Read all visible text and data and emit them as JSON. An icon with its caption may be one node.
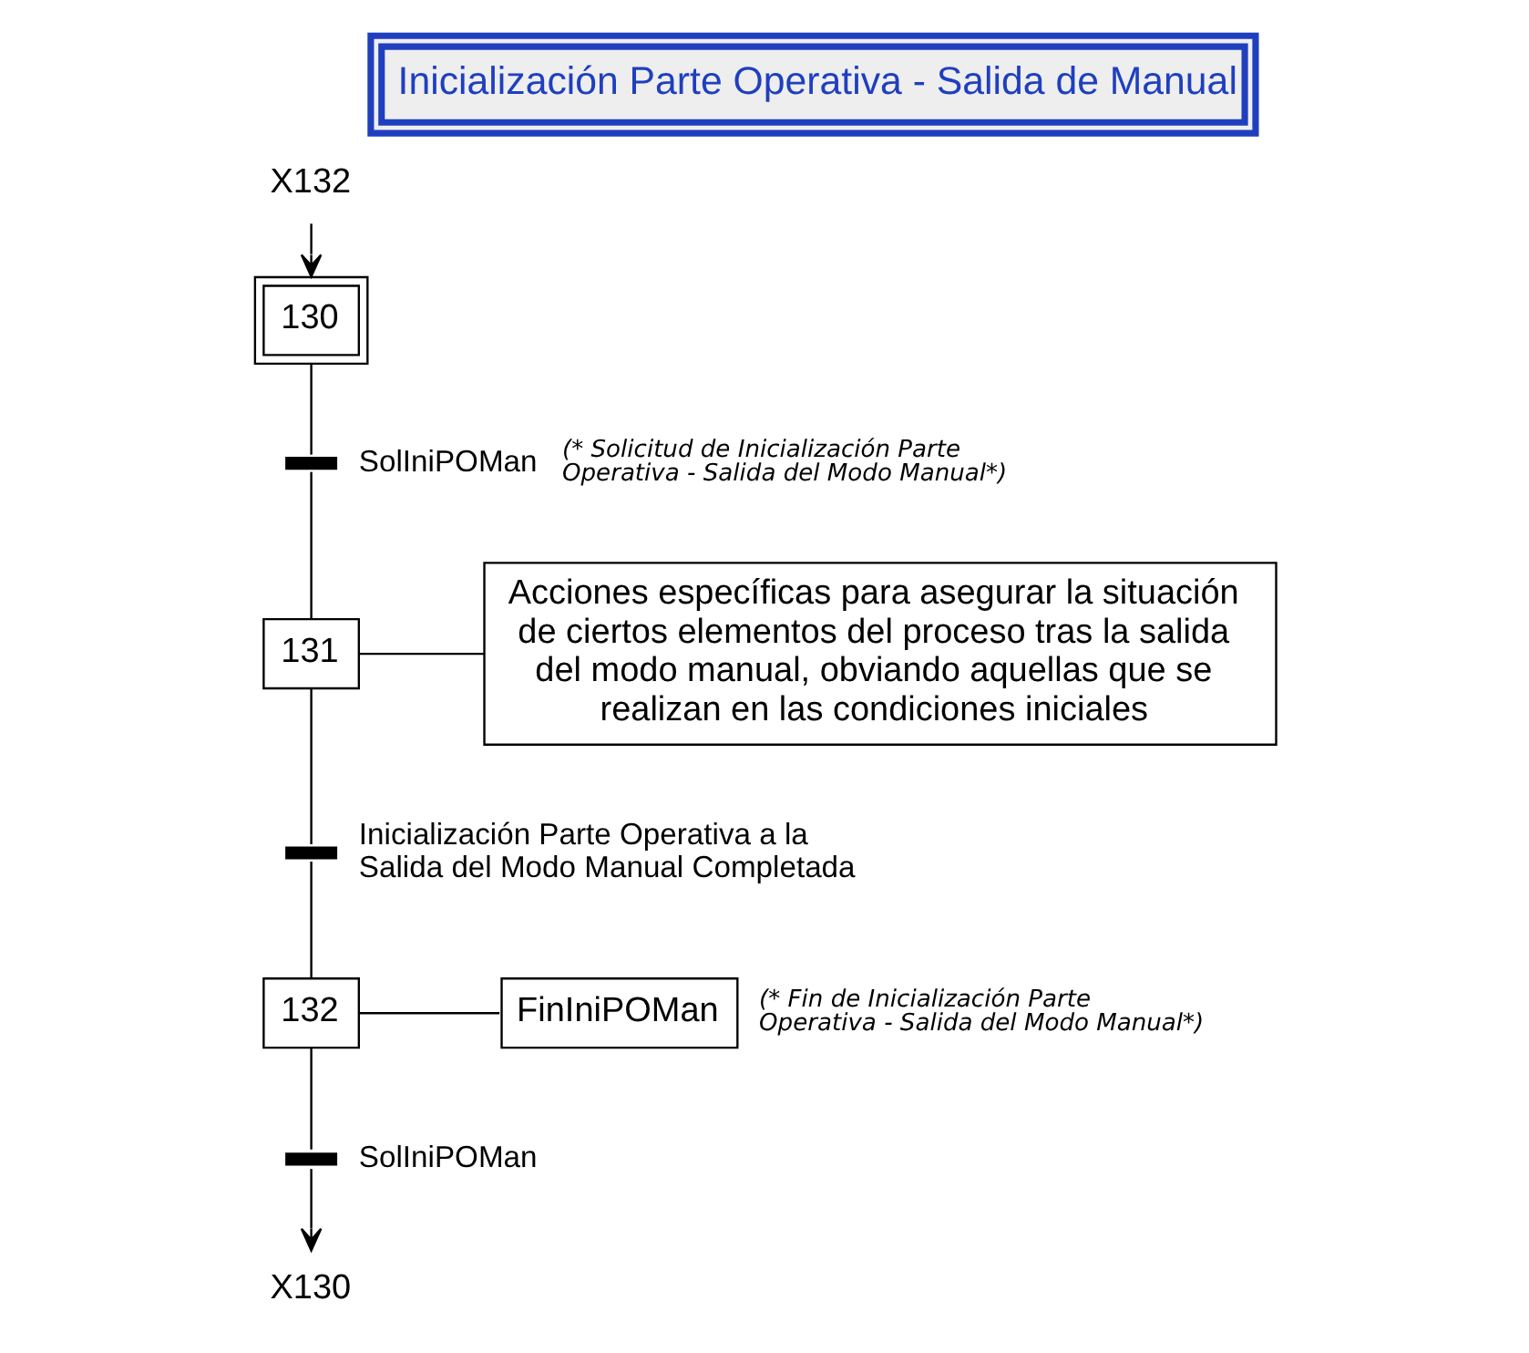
{
  "diagram": {
    "title": "Inicialización Parte Operativa - Salida de Manual",
    "nodes": [
      {
        "text": [
          "X132"
        ]
      },
      {
        "text": [
          "130"
        ]
      },
      {
        "text": [],
        "shape": "bar",
        "beside": [
          "SolIniPOMan",
          "(* Solicitud de Inicialización Parte Operativa - Salida del Modo Manual*)"
        ]
      },
      {
        "text": [
          "131"
        ]
      },
      {
        "text": [
          "Acciones específicas para asegurar la situación de ciertos elementos del proceso tras la salida del modo manual, obviando aquellas que se realizan en las condiciones iniciales"
        ]
      },
      {
        "text": [],
        "shape": "bar",
        "beside": [
          "Inicialización Parte Operativa a la Salida del Modo Manual Completada"
        ]
      },
      {
        "text": [
          "132"
        ]
      },
      {
        "text": [
          "FinIniPOMan"
        ],
        "beside": [
          "(* Fin de Inicialización Parte Operativa - Salida del Modo Manual*)"
        ]
      },
      {
        "text": [],
        "shape": "bar",
        "beside": [
          "SolIniPOMan"
        ]
      },
      {
        "text": [
          "X130"
        ]
      }
    ],
    "edges": [
      {
        "from": 0,
        "to": 1,
        "arrow": "to"
      },
      {
        "from": 1,
        "to": 2,
        "arrow": "none"
      },
      {
        "from": 2,
        "to": 3,
        "arrow": "none"
      },
      {
        "from": 3,
        "to": 4,
        "arrow": "none"
      },
      {
        "from": 3,
        "to": 5,
        "arrow": "none"
      },
      {
        "from": 5,
        "to": 6,
        "arrow": "none"
      },
      {
        "from": 6,
        "to": 7,
        "arrow": "none"
      },
      {
        "from": 6,
        "to": 8,
        "arrow": "none"
      },
      {
        "from": 8,
        "to": 9,
        "arrow": "to"
      }
    ]
  }
}
